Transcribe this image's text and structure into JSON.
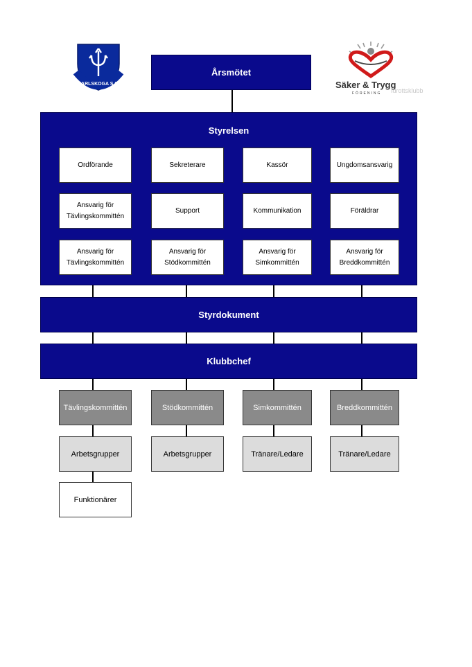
{
  "top": {
    "label": "Årsmötet"
  },
  "board": {
    "title": "Styrelsen",
    "rows": [
      [
        [
          "Ordförande"
        ],
        [
          "Sekreterare"
        ],
        [
          "Kassör"
        ],
        [
          "Ungdomsansvarig"
        ]
      ],
      [
        [
          "Ansvarig för",
          "Tävlingskommittén"
        ],
        [
          "Support"
        ],
        [
          "Kommunikation"
        ],
        [
          "Föräldrar"
        ]
      ],
      [
        [
          "Ansvarig för",
          "Tävlingskommittén"
        ],
        [
          "Ansvarig för",
          "Stödkommittén"
        ],
        [
          "Ansvarig för",
          "Simkommittén"
        ],
        [
          "Ansvarig för",
          "Breddkommittén"
        ]
      ]
    ]
  },
  "styrdokument": {
    "label": "Styrdokument"
  },
  "klubbchef": {
    "label": "Klubbchef"
  },
  "committees": [
    "Tävlingskommittén",
    "Stödkommittén",
    "Simkommittén",
    "Breddkommittén"
  ],
  "subgroups": [
    "Arbetsgrupper",
    "Arbetsgrupper",
    "Tränare/Ledare",
    "Tränare/Ledare"
  ],
  "extra": {
    "label": "Funktionärer"
  },
  "logos": {
    "left": {
      "text": "KARLSKOGA S.S."
    },
    "right": {
      "line1": "Säker & Trygg",
      "line2": "FÖRENING",
      "faint": "Idrottsklubb"
    }
  },
  "colors": {
    "navy": "#0a0a8c",
    "dark_gray": "#8a8a8a",
    "light_gray": "#dcdcdc"
  }
}
